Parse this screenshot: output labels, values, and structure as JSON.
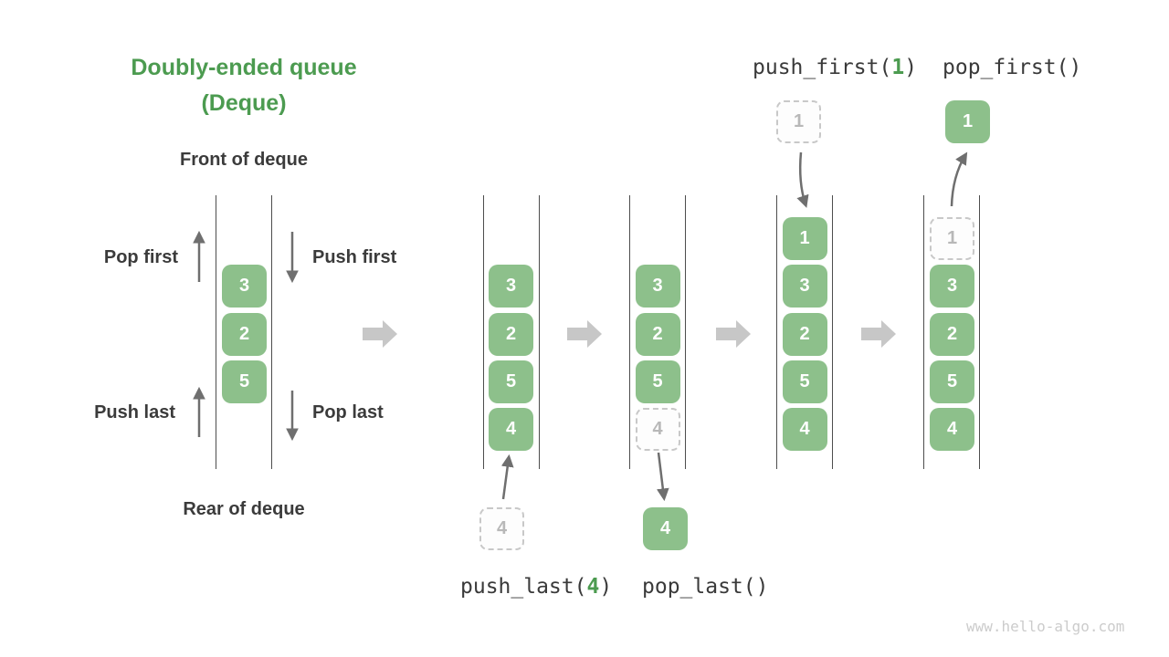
{
  "title": {
    "line1": "Doubly-ended queue",
    "line2": "(Deque)"
  },
  "labels": {
    "front_of_deque": "Front of deque",
    "rear_of_deque": "Rear of deque",
    "pop_first": "Pop first",
    "push_first": "Push first",
    "push_last": "Push last",
    "pop_last": "Pop last"
  },
  "ops": {
    "push_first": {
      "prefix": "push_first(",
      "arg": "1",
      "suffix": ")"
    },
    "pop_first": {
      "text": "pop_first()"
    },
    "push_last": {
      "prefix": "push_last(",
      "arg": "4",
      "suffix": ")"
    },
    "pop_last": {
      "text": "pop_last()"
    }
  },
  "floating": {
    "push_last_in": "4",
    "pop_last_out": "4",
    "push_first_in": "1",
    "pop_first_out": "1"
  },
  "queues": [
    {
      "name": "initial",
      "items": [
        {
          "value": "3",
          "row": 1
        },
        {
          "value": "2",
          "row": 2
        },
        {
          "value": "5",
          "row": 3
        }
      ]
    },
    {
      "name": "after-push-last",
      "items": [
        {
          "value": "3",
          "row": 1
        },
        {
          "value": "2",
          "row": 2
        },
        {
          "value": "5",
          "row": 3
        },
        {
          "value": "4",
          "row": 4
        }
      ]
    },
    {
      "name": "after-pop-last",
      "items": [
        {
          "value": "3",
          "row": 1
        },
        {
          "value": "2",
          "row": 2
        },
        {
          "value": "5",
          "row": 3
        },
        {
          "value": "4",
          "row": 4,
          "ghost": true
        }
      ]
    },
    {
      "name": "after-push-first",
      "items": [
        {
          "value": "1",
          "row": 0
        },
        {
          "value": "3",
          "row": 1
        },
        {
          "value": "2",
          "row": 2
        },
        {
          "value": "5",
          "row": 3
        },
        {
          "value": "4",
          "row": 4
        }
      ]
    },
    {
      "name": "after-pop-first",
      "items": [
        {
          "value": "1",
          "row": 0,
          "ghost": true
        },
        {
          "value": "3",
          "row": 1
        },
        {
          "value": "2",
          "row": 2
        },
        {
          "value": "5",
          "row": 3
        },
        {
          "value": "4",
          "row": 4
        }
      ]
    }
  ],
  "colors": {
    "accent_green": "#4c9b50",
    "cell_green": "#8dc08b",
    "ghost_gray": "#c8c8c8",
    "transition_arrow_gray": "#c7c7c7",
    "thin_arrow_gray": "#6f6f6f"
  },
  "watermark": "www.hello-algo.com"
}
